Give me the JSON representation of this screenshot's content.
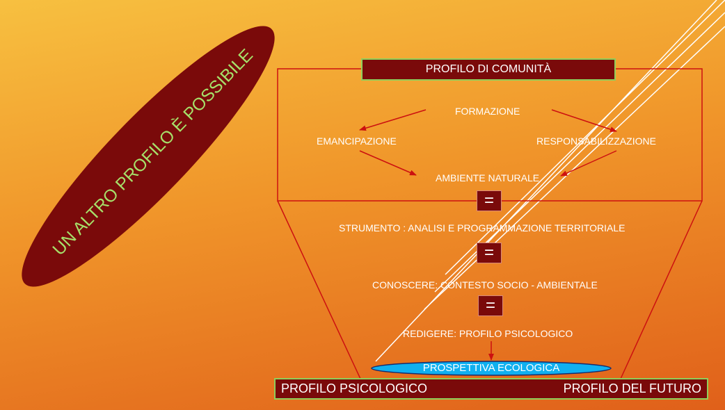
{
  "colors": {
    "dark_red": "#7a0a0a",
    "line_red": "#cc1010",
    "green_border": "#8fce5a",
    "title_green": "#a6e06a",
    "cyan": "#10b0f0"
  },
  "diagonal_title": "UN ALTRO PROFILO È POSSIBILE",
  "top_box": {
    "title": "PROFILO DI COMUNITÀ"
  },
  "cycle": {
    "top": "FORMAZIONE",
    "left": "EMANCIPAZIONE",
    "right": "RESPONSABILIZZAZIONE",
    "bottom": "AMBIENTE NATURALE"
  },
  "equals_symbol": "=",
  "steps": {
    "strumento": "STRUMENTO : ANALISI E PROGRAMMAZIONE TERRITORIALE",
    "conoscere": "CONOSCERE: CONTESTO SOCIO - AMBIENTALE",
    "redigere": "REDIGERE: PROFILO PSICOLOGICO"
  },
  "ecological": "PROSPETTIVA ECOLOGICA",
  "bottom_bar": {
    "left": "PROFILO PSICOLOGICO",
    "right": "PROFILO DEL FUTURO"
  }
}
